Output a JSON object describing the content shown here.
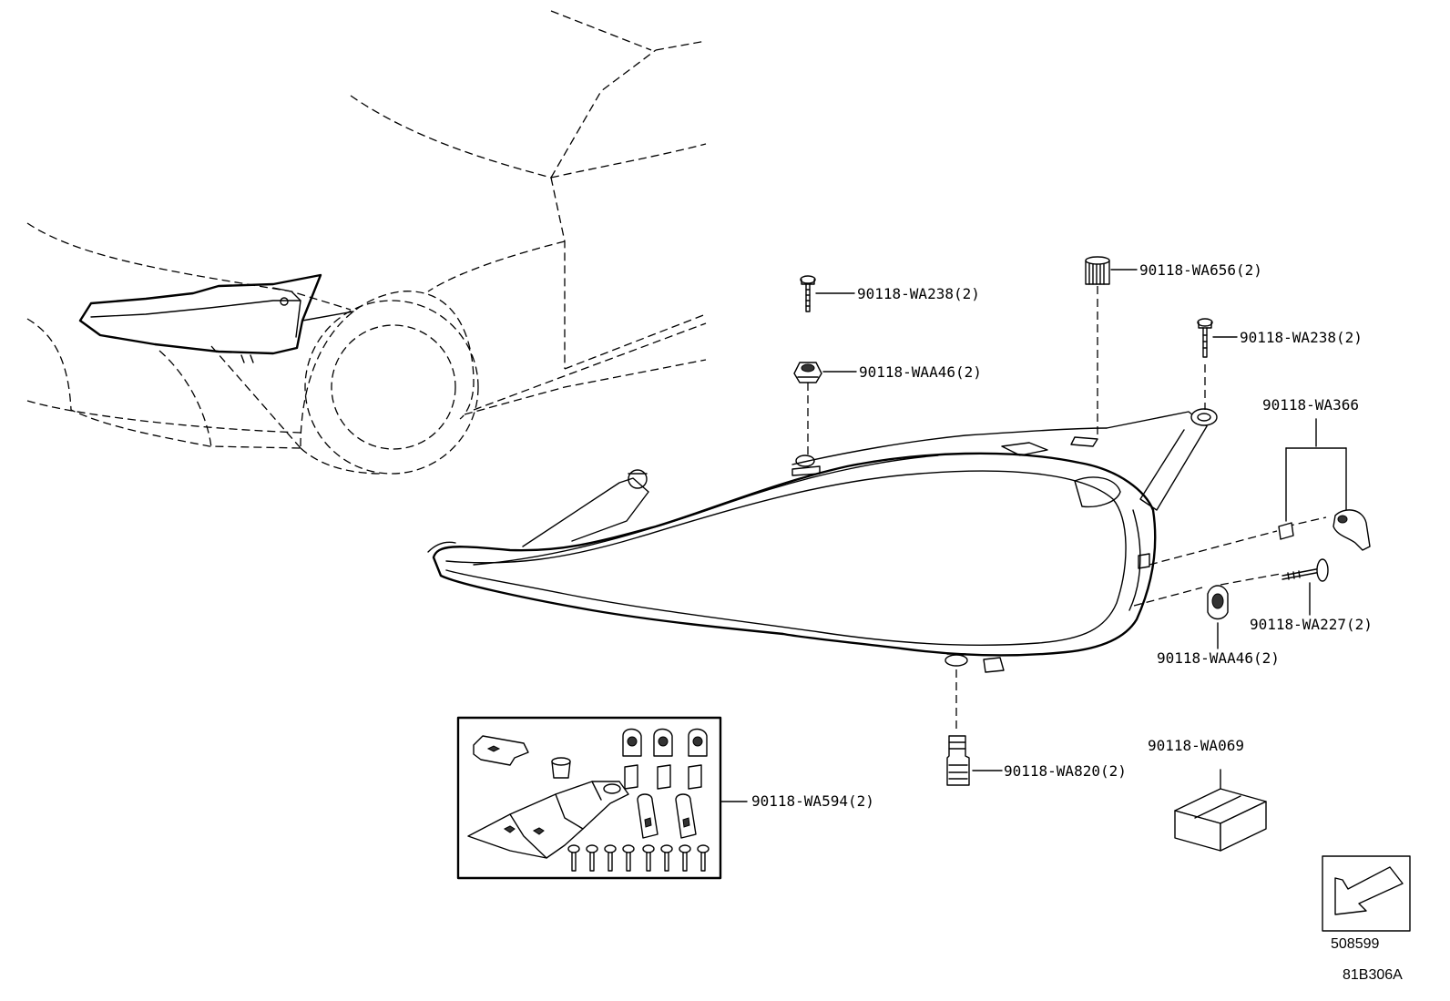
{
  "diagram": {
    "callouts": {
      "bolt_top_left": "90118-WA238(2)",
      "clip_top_left": "90118-WAA46(2)",
      "cap_top": "90118-WA656(2)",
      "bolt_top_right": "90118-WA238(2)",
      "bulb_socket": "90118-WA366",
      "adjust_screw": "90118-WA227(2)",
      "clip_right": "90118-WAA46(2)",
      "bottom_pin": "90118-WA820(2)",
      "bracket_kit": "90118-WA594(2)",
      "box_part": "90118-WA069"
    },
    "direction_code": "508599",
    "figure_code": "81B306A"
  }
}
